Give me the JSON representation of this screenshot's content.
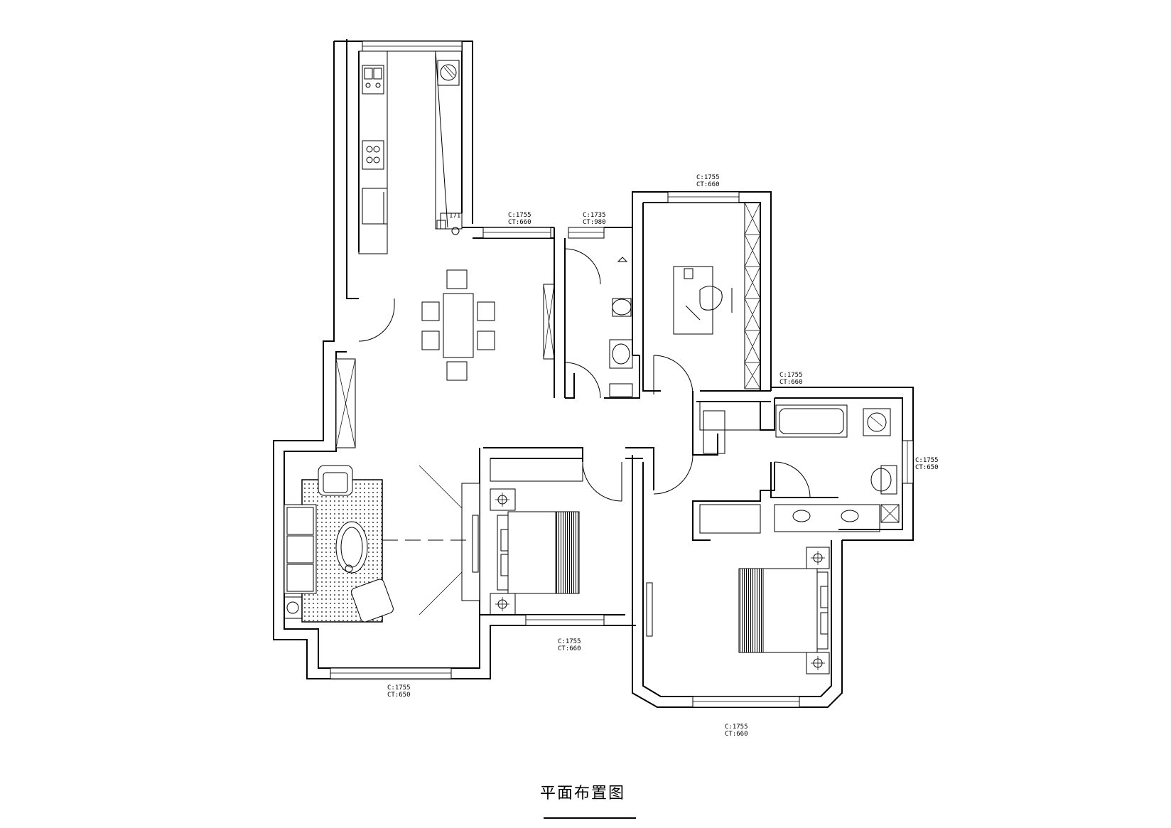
{
  "title": "平面布置图",
  "openings": [
    {
      "id": "kitchen_window",
      "line1": "C:1755",
      "line2": "CT:660"
    },
    {
      "id": "bath_window",
      "line1": "C:1735",
      "line2": "CT:980"
    },
    {
      "id": "study_window",
      "line1": "C:1755",
      "line2": "CT:660"
    },
    {
      "id": "master_bath_window",
      "line1": "C:1755",
      "line2": "CT:660"
    },
    {
      "id": "master_bath_side_window",
      "line1": "C:1755",
      "line2": "CT:650"
    },
    {
      "id": "bedroom2_window",
      "line1": "C:1755",
      "line2": "CT:660"
    },
    {
      "id": "living_window",
      "line1": "C:1755",
      "line2": "CT:650"
    },
    {
      "id": "master_bedroom_window",
      "line1": "C:1755",
      "line2": "CT:660"
    }
  ],
  "pipe_mark": "171"
}
